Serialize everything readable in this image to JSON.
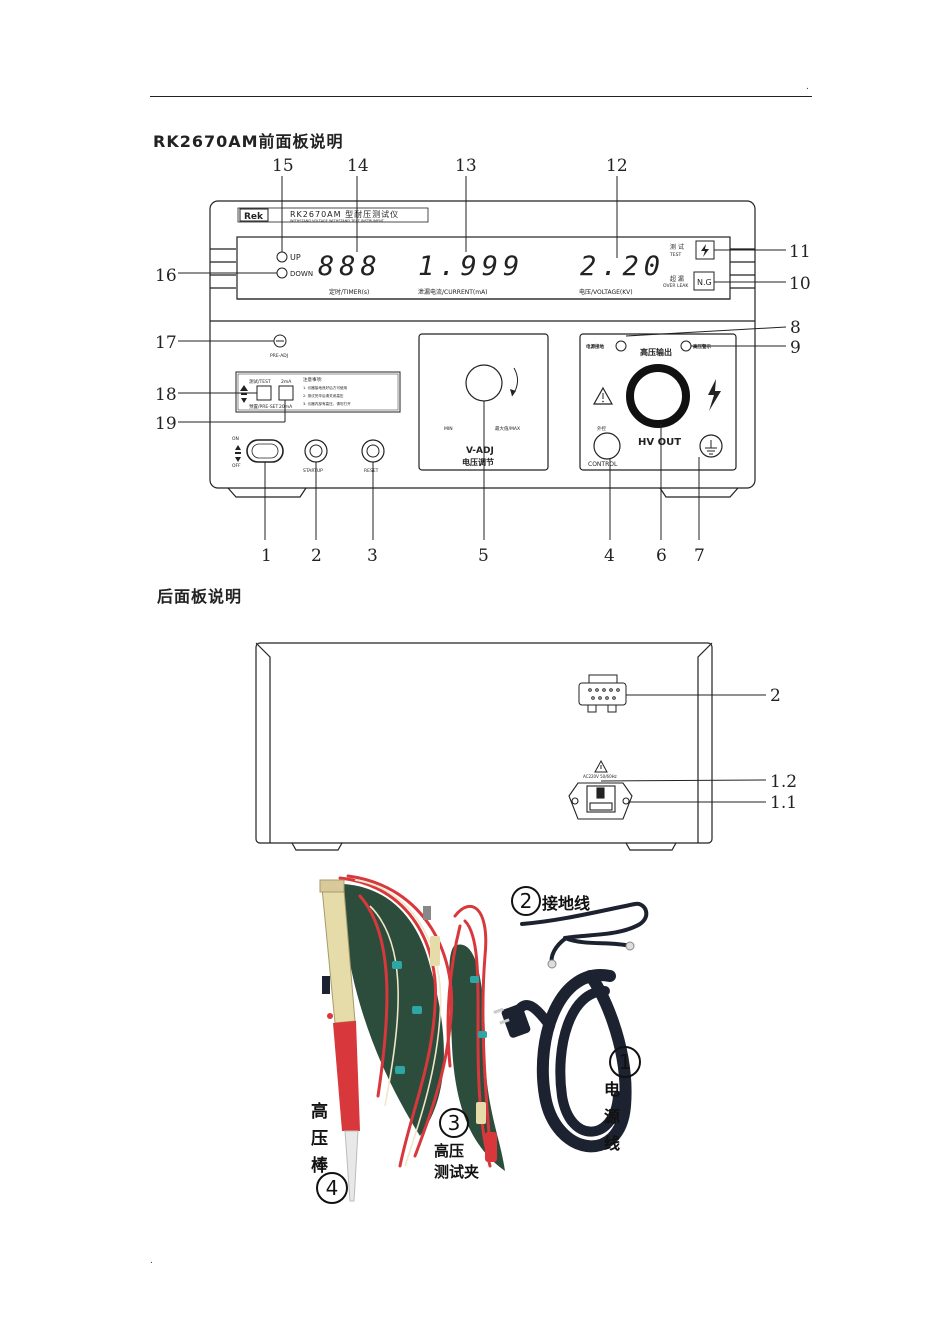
{
  "page": {
    "header_dot": ".",
    "footer_dot": "."
  },
  "front": {
    "title": "RK2670AM前面板说明",
    "callouts": {
      "n1": "1",
      "n2": "2",
      "n3": "3",
      "n4": "4",
      "n5": "5",
      "n6": "6",
      "n7": "7",
      "n8": "8",
      "n9": "9",
      "n10": "10",
      "n11": "11",
      "n12": "12",
      "n13": "13",
      "n14": "14",
      "n15": "15",
      "n16": "16",
      "n17": "17",
      "n18": "18",
      "n19": "19"
    },
    "brand": "Rek",
    "model": "RK2670AM 型耐压测试仪",
    "model_en": "WITHSTAND VOLTAGE WITHSTAND TEST INSTRUMENT",
    "up": "UP",
    "down": "DOWN",
    "timer_value": "888",
    "timer_label": "定时/TIMER(s)",
    "current_value": "1.999",
    "current_label": "泄漏电流/CURRENT(mA)",
    "voltage_value": "2.20",
    "voltage_label": "电压/VOLTAGE(KV)",
    "test_cn": "测 试",
    "test_en": "TEST",
    "overleak_cn": "超 漏",
    "overleak_en": "OVER LEAK",
    "ng": "N.G",
    "pre_adj": "PRE-ADJ",
    "range_test": "测试/TEST",
    "range_preset": "预置/PRE-SET",
    "range_2ma": "2mA",
    "range_20ma": "20mA",
    "notes_title": "注意事项:",
    "note1": "1. 仪器接地良好后方可使用",
    "note2": "2. 测试完毕后请关闭高压",
    "note3": "3. 仪器内部有高压，请勿打开",
    "on": "ON",
    "off": "OFF",
    "startup": "STARTUP",
    "reset": "RESET",
    "min": "MIN",
    "max": "最大值/MAX",
    "vadj": "V-ADJ",
    "vadj_cn": "电压调节",
    "power_ground": "电源接地",
    "hv_output_cn": "高压输出",
    "hv_indicator": "高压警示",
    "external": "外控",
    "control": "CONTROL",
    "hv_out": "HV OUT"
  },
  "rear": {
    "title": "后面板说明",
    "n2": "2",
    "n12": "1.2",
    "n11": "1.1",
    "ac_rating": "AC220V 50/60Hz"
  },
  "accessories": {
    "ground_wire_num": "2",
    "ground_wire": "接地线",
    "power_cord_num": "1",
    "power_cord": [
      "电",
      "源",
      "线"
    ],
    "test_clip_num": "3",
    "test_clip": [
      "高压",
      "测试夹"
    ],
    "probe_num": "4",
    "probe": [
      "高",
      "压",
      "棒"
    ]
  },
  "colors": {
    "line": "#222222",
    "cable_red": "#d8383c",
    "cable_black": "#1c2230",
    "probe_body": "#e6dcaa",
    "clip_green": "#2c4c3c"
  }
}
